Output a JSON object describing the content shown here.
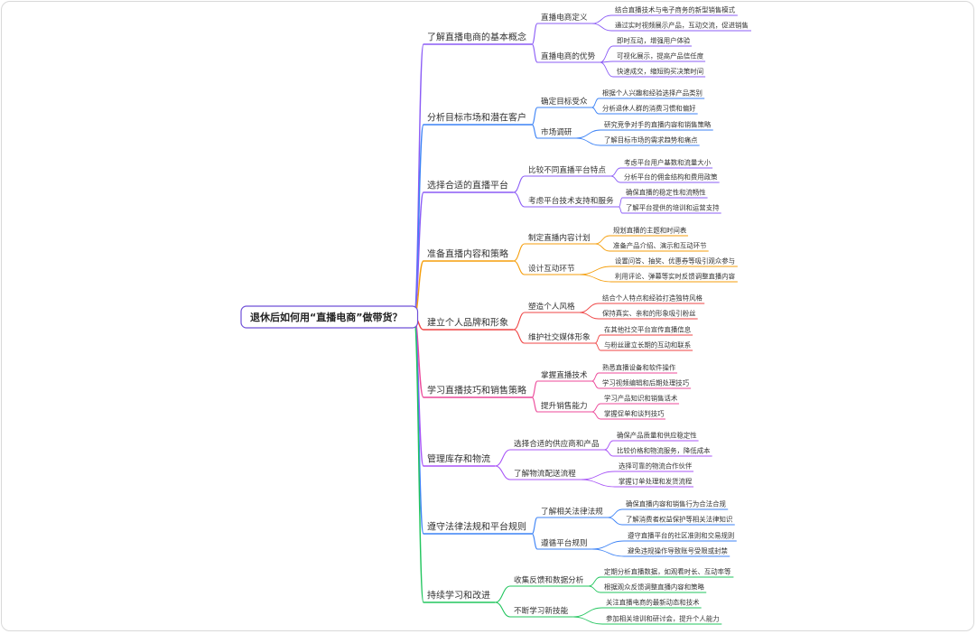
{
  "root": "退休后如何用“直播电商”做带货？",
  "colors": [
    "#8b5cf6",
    "#3b82f6",
    "#8b5cf6",
    "#f59e0b",
    "#ef4444",
    "#ec4899",
    "#a855f7",
    "#3b82f6",
    "#22c55e"
  ],
  "branches": [
    {
      "label": "了解直播电商的基本概念",
      "children": [
        {
          "label": "直播电商定义",
          "children": [
            "结合直播技术与电子商务的新型销售模式",
            "通过实时视频展示产品，互动交流，促进销售"
          ]
        },
        {
          "label": "直播电商的优势",
          "children": [
            "即时互动，增强用户体验",
            "可视化展示，提高产品信任度",
            "快速成交，缩短购买决策时间"
          ]
        }
      ]
    },
    {
      "label": "分析目标市场和潜在客户",
      "children": [
        {
          "label": "确定目标受众",
          "children": [
            "根据个人兴趣和经验选择产品类别",
            "分析退休人群的消费习惯和偏好"
          ]
        },
        {
          "label": "市场调研",
          "children": [
            "研究竞争对手的直播内容和销售策略",
            "了解目标市场的需求趋势和痛点"
          ]
        }
      ]
    },
    {
      "label": "选择合适的直播平台",
      "children": [
        {
          "label": "比较不同直播平台特点",
          "children": [
            "考虑平台用户基数和流量大小",
            "分析平台的佣金结构和费用政策"
          ]
        },
        {
          "label": "考虑平台技术支持和服务",
          "children": [
            "确保直播的稳定性和流畅性",
            "了解平台提供的培训和运营支持"
          ]
        }
      ]
    },
    {
      "label": "准备直播内容和策略",
      "children": [
        {
          "label": "制定直播内容计划",
          "children": [
            "规划直播的主题和时间表",
            "准备产品介绍、演示和互动环节"
          ]
        },
        {
          "label": "设计互动环节",
          "children": [
            "设置问答、抽奖、优惠券等吸引观众参与",
            "利用评论、弹幕等实时反馈调整直播内容"
          ]
        }
      ]
    },
    {
      "label": "建立个人品牌和形象",
      "children": [
        {
          "label": "塑造个人风格",
          "children": [
            "结合个人特点和经验打造独特风格",
            "保持真实、亲和的形象吸引粉丝"
          ]
        },
        {
          "label": "维护社交媒体形象",
          "children": [
            "在其他社交平台宣传直播信息",
            "与粉丝建立长期的互动和联系"
          ]
        }
      ]
    },
    {
      "label": "学习直播技巧和销售策略",
      "children": [
        {
          "label": "掌握直播技术",
          "children": [
            "熟悉直播设备和软件操作",
            "学习视频编辑和后期处理技巧"
          ]
        },
        {
          "label": "提升销售能力",
          "children": [
            "学习产品知识和销售话术",
            "掌握促单和谈判技巧"
          ]
        }
      ]
    },
    {
      "label": "管理库存和物流",
      "children": [
        {
          "label": "选择合适的供应商和产品",
          "children": [
            "确保产品质量和供应稳定性",
            "比较价格和物流服务，降低成本"
          ]
        },
        {
          "label": "了解物流配送流程",
          "children": [
            "选择可靠的物流合作伙伴",
            "掌握订单处理和发货流程"
          ]
        }
      ]
    },
    {
      "label": "遵守法律法规和平台规则",
      "children": [
        {
          "label": "了解相关法律法规",
          "children": [
            "确保直播内容和销售行为合法合规",
            "了解消费者权益保护等相关法律知识"
          ]
        },
        {
          "label": "遵循平台规则",
          "children": [
            "遵守直播平台的社区准则和交易规则",
            "避免违规操作导致账号受限或封禁"
          ]
        }
      ]
    },
    {
      "label": "持续学习和改进",
      "children": [
        {
          "label": "收集反馈和数据分析",
          "children": [
            "定期分析直播数据，如观看时长、互动率等",
            "根据观众反馈调整直播内容和策略"
          ]
        },
        {
          "label": "不断学习新技能",
          "children": [
            "关注直播电商的最新动态和技术",
            "参加相关培训和研讨会，提升个人能力"
          ]
        }
      ]
    }
  ]
}
